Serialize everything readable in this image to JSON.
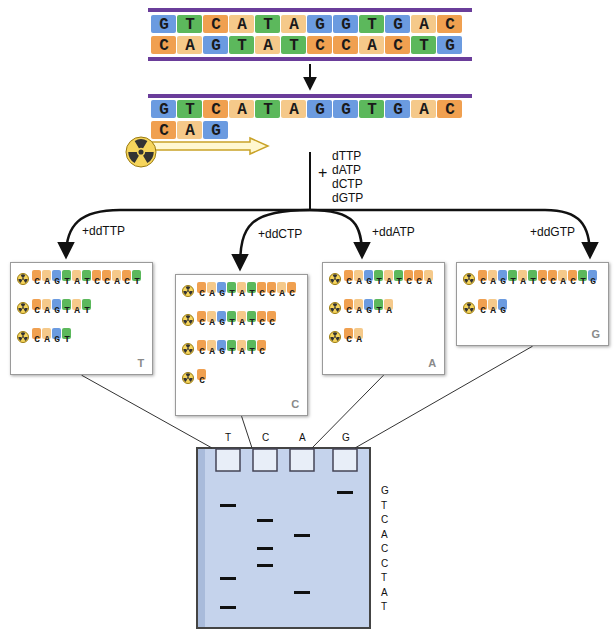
{
  "diagram": {
    "nodes": [
      {
        "text": [
          "CAGTATCCACT",
          "CAGTAT",
          "CAGT",
          "T"
        ]
      },
      {
        "text": [
          "CAGTATCCAC",
          "CAGTATCC",
          "CAGTATC",
          "C",
          "C"
        ]
      },
      {
        "text": [
          "CAGTATCCA",
          "CAGTA",
          "CA",
          "A"
        ]
      },
      {
        "text": [
          "CAGTATCCACTG",
          "CAG",
          "G"
        ]
      },
      {
        "text": [
          "T",
          "C",
          "A",
          "G"
        ]
      }
    ],
    "edges": [
      {
        "from": 0,
        "to": 4,
        "arrow": "none"
      },
      {
        "from": 1,
        "to": 4,
        "arrow": "none"
      },
      {
        "from": 2,
        "to": 4,
        "arrow": "none"
      },
      {
        "from": 3,
        "to": 4,
        "arrow": "none"
      }
    ],
    "labels": [
      "GTCATAGGTGAC",
      "CAGTATCCACTG",
      "GTCATAGGTGAC",
      "CAG",
      "+",
      "dTTP",
      "dATP",
      "dCTP",
      "dGTP",
      "+ddTTP",
      "+ddCTP",
      "+ddATP",
      "+ddGTP",
      "G",
      "T",
      "C",
      "A",
      "C",
      "C",
      "T",
      "A",
      "T"
    ]
  }
}
